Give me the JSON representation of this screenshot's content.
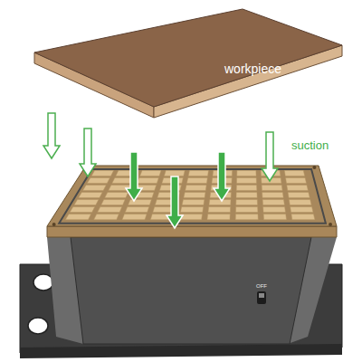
{
  "diagram": {
    "nodes": [
      {
        "text": [
          "workpiece"
        ]
      }
    ],
    "labels": [
      "suction",
      "OFF"
    ]
  }
}
